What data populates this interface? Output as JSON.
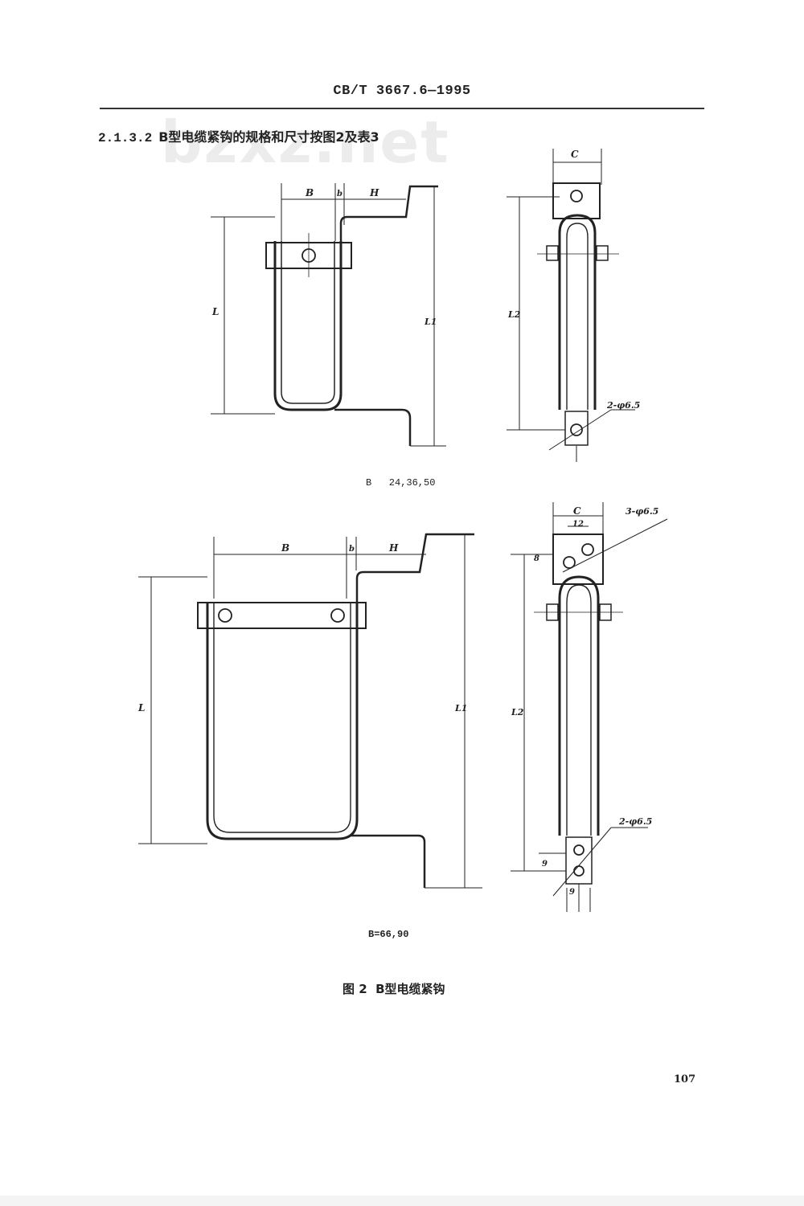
{
  "header": {
    "standard_code": "CB/T 3667.6—1995"
  },
  "section": {
    "number": "2.1.3.2",
    "text": "B型电缆紧钩的规格和尺寸按图2及表3"
  },
  "watermark": "bzxz.net",
  "figure1": {
    "caption": "B   24,36,50",
    "labels": {
      "B": "B",
      "b": "b",
      "H": "H",
      "L": "L",
      "L1": "L1",
      "C": "C",
      "L2": "L2",
      "hole": "2-φ6.5"
    }
  },
  "figure2": {
    "caption": "B=66,90",
    "labels": {
      "B": "B",
      "b": "b",
      "H": "H",
      "L": "L",
      "L1": "L1",
      "C": "C",
      "L2": "L2",
      "hole_top": "3-φ6.5",
      "hole_bottom": "2-φ6.5",
      "dim12": "12",
      "dim8": "8",
      "dim9a": "9",
      "dim9b": "9"
    }
  },
  "figure_title": "图 2  B型电缆紧钩",
  "page_number": "107"
}
